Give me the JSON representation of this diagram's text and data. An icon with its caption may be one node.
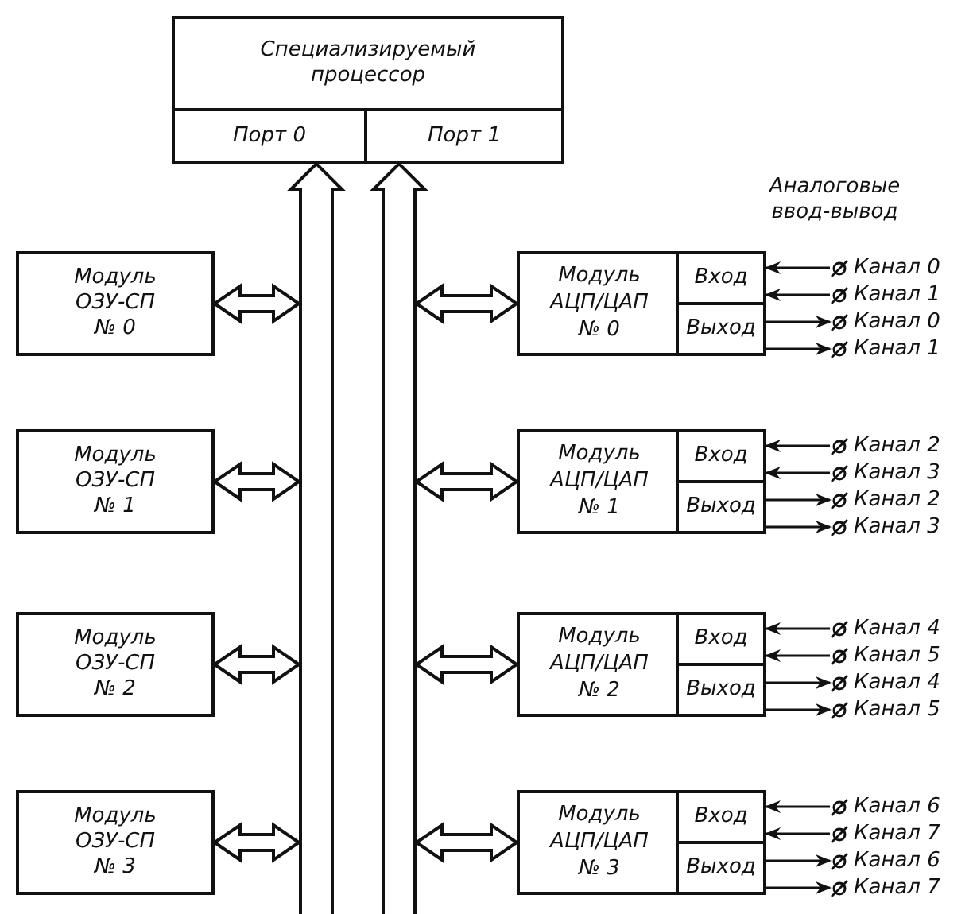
{
  "diagram": {
    "nodes": [
      {
        "text": [
          "Специализируемый процессор"
        ]
      },
      {
        "text": [
          "Порт 0"
        ],
        "in": 0
      },
      {
        "text": [
          "Порт 1"
        ],
        "in": 0
      },
      {
        "text": [],
        "shape": "bar"
      },
      {
        "text": [],
        "shape": "bar"
      },
      {
        "text": [
          "Модуль ОЗУ-СП № 0"
        ]
      },
      {
        "text": [
          "Модуль АЦП/ЦАП № 0"
        ]
      },
      {
        "text": [
          "Вход"
        ],
        "in": 6
      },
      {
        "text": [
          "Выход"
        ],
        "in": 6
      },
      {
        "text": [
          "Канал 0"
        ]
      },
      {
        "text": [
          "Канал 1"
        ]
      },
      {
        "text": [
          "Канал 0"
        ]
      },
      {
        "text": [
          "Канал 1"
        ]
      },
      {
        "text": [
          "Модуль ОЗУ-СП № 1"
        ]
      },
      {
        "text": [
          "Модуль АЦП/ЦАП № 1"
        ]
      },
      {
        "text": [
          "Вход"
        ],
        "in": 14
      },
      {
        "text": [
          "Выход"
        ],
        "in": 14
      },
      {
        "text": [
          "Канал 2"
        ]
      },
      {
        "text": [
          "Канал 3"
        ]
      },
      {
        "text": [
          "Канал 2"
        ]
      },
      {
        "text": [
          "Канал 3"
        ]
      },
      {
        "text": [
          "Модуль ОЗУ-СП № 2"
        ]
      },
      {
        "text": [
          "Модуль АЦП/ЦАП № 2"
        ]
      },
      {
        "text": [
          "Вход"
        ],
        "in": 22
      },
      {
        "text": [
          "Выход"
        ],
        "in": 22
      },
      {
        "text": [
          "Канал 4"
        ]
      },
      {
        "text": [
          "Канал 5"
        ]
      },
      {
        "text": [
          "Канал 4"
        ]
      },
      {
        "text": [
          "Канал 5"
        ]
      },
      {
        "text": [
          "Модуль ОЗУ-СП № 3"
        ]
      },
      {
        "text": [
          "Модуль АЦП/ЦАП № 3"
        ]
      },
      {
        "text": [
          "Вход"
        ],
        "in": 30
      },
      {
        "text": [
          "Выход"
        ],
        "in": 30
      },
      {
        "text": [
          "Канал 6"
        ]
      },
      {
        "text": [
          "Канал 7"
        ]
      },
      {
        "text": [
          "Канал 6"
        ]
      },
      {
        "text": [
          "Канал 7"
        ]
      }
    ],
    "edges": [
      {
        "from": 3,
        "to": 1,
        "arrow": "to",
        "style": "thick"
      },
      {
        "from": 4,
        "to": 2,
        "arrow": "to",
        "style": "thick"
      },
      {
        "from": 5,
        "to": 3,
        "arrow": "both",
        "style": "thick"
      },
      {
        "from": 4,
        "to": 6,
        "arrow": "both",
        "style": "thick"
      },
      {
        "from": 9,
        "to": 7,
        "arrow": "to"
      },
      {
        "from": 10,
        "to": 7,
        "arrow": "to"
      },
      {
        "from": 8,
        "to": 11,
        "arrow": "to"
      },
      {
        "from": 8,
        "to": 12,
        "arrow": "to"
      },
      {
        "from": 13,
        "to": 3,
        "arrow": "both",
        "style": "thick"
      },
      {
        "from": 4,
        "to": 14,
        "arrow": "both",
        "style": "thick"
      },
      {
        "from": 17,
        "to": 15,
        "arrow": "to"
      },
      {
        "from": 18,
        "to": 15,
        "arrow": "to"
      },
      {
        "from": 16,
        "to": 19,
        "arrow": "to"
      },
      {
        "from": 16,
        "to": 20,
        "arrow": "to"
      },
      {
        "from": 21,
        "to": 3,
        "arrow": "both",
        "style": "thick"
      },
      {
        "from": 4,
        "to": 22,
        "arrow": "both",
        "style": "thick"
      },
      {
        "from": 25,
        "to": 23,
        "arrow": "to"
      },
      {
        "from": 26,
        "to": 23,
        "arrow": "to"
      },
      {
        "from": 24,
        "to": 27,
        "arrow": "to"
      },
      {
        "from": 24,
        "to": 28,
        "arrow": "to"
      },
      {
        "from": 29,
        "to": 3,
        "arrow": "both",
        "style": "thick"
      },
      {
        "from": 4,
        "to": 30,
        "arrow": "both",
        "style": "thick"
      },
      {
        "from": 33,
        "to": 31,
        "arrow": "to"
      },
      {
        "from": 34,
        "to": 31,
        "arrow": "to"
      },
      {
        "from": 32,
        "to": 35,
        "arrow": "to"
      },
      {
        "from": 32,
        "to": 36,
        "arrow": "to"
      }
    ],
    "labels": [
      "Аналоговые ввод-вывод"
    ]
  }
}
